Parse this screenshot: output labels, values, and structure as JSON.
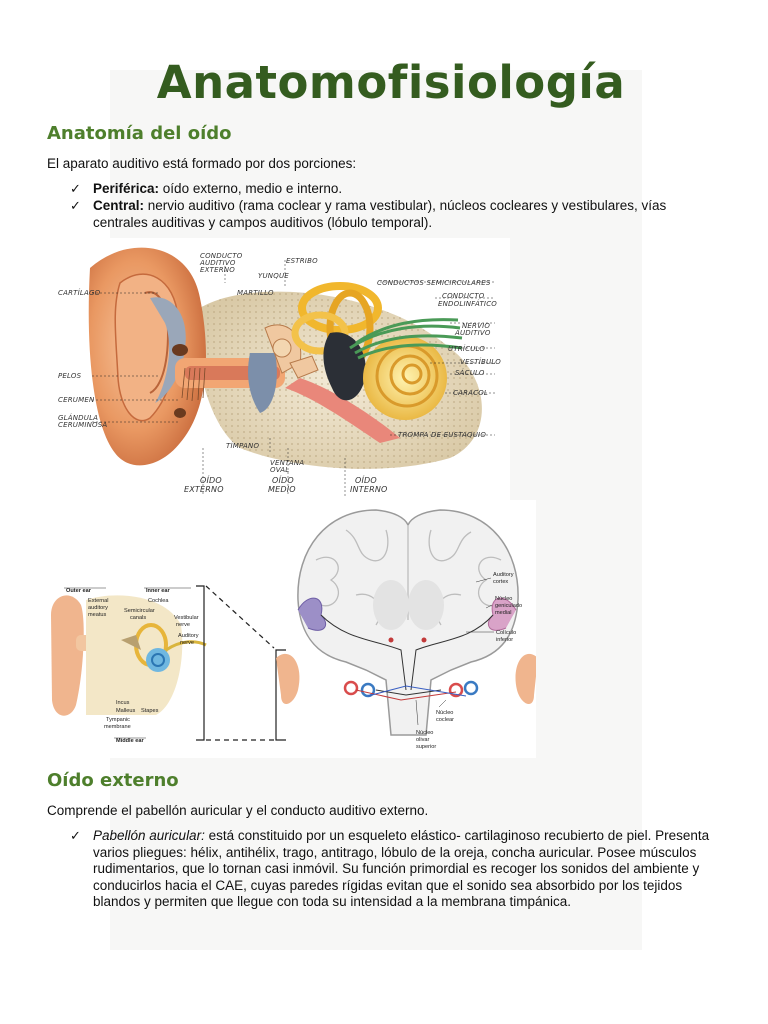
{
  "title": "Anatomofisiología",
  "section1": {
    "heading": "Anatomía del oído",
    "intro": "El aparato auditivo está formado por dos porciones:",
    "items": [
      {
        "bold": "Periférica:",
        "text": " oído externo, medio e interno."
      },
      {
        "bold": "Central:",
        "text": " nervio auditivo (rama coclear y rama vestibular), núcleos cocleares y vestibulares, vías centrales auditivas y campos auditivos (lóbulo temporal)."
      }
    ]
  },
  "figure1": {
    "labels": {
      "conducto": "CONDUCTO",
      "auditivo": "AUDITIVO",
      "externo": "EXTERNO",
      "estribo": "ESTRIBO",
      "yunque": "YUNQUE",
      "martillo": "MARTILLO",
      "cartilago": "CARTÍLAGO",
      "pelos": "PELOS",
      "cerumen": "CERUMEN",
      "glandula": "GLÁNDULA",
      "ceruminosa": "CERUMINOSA",
      "conductos_semi": "CONDUCTOS SEMICIRCULARES",
      "conducto_endo1": "CONDUCTO",
      "conducto_endo2": "ENDOLINFÁTICO",
      "nervio1": "NERVIO",
      "nervio2": "AUDITIVO",
      "utriculo": "UTRÍCULO",
      "vestibulo": "VESTÍBULO",
      "saculo": "SÁCULO",
      "caracol": "CARACOL",
      "trompa": "TROMPA DE EUSTAQUIO",
      "timpano": "TÍMPANO",
      "ventana1": "VENTANA",
      "ventana2": "OVAL",
      "oido_ext1": "OÍDO",
      "oido_ext2": "EXTERNO",
      "oido_med1": "OÍDO",
      "oido_med2": "MEDIO",
      "oido_int1": "OÍDO",
      "oido_int2": "INTERNO"
    }
  },
  "figure2": {
    "labels": {
      "outer_ear": "Outer ear",
      "inner_ear": "Inner ear",
      "external1": "External",
      "external2": "auditory",
      "external3": "meatus",
      "cochlea": "Cochlea",
      "semicircular1": "Semicircular",
      "semicircular2": "canals",
      "vestibular1": "Vestibular",
      "vestibular2": "nerve",
      "auditory_n1": "Auditory",
      "auditory_n2": "nerve",
      "incus": "Incus",
      "malleus": "Malleus",
      "stapes": "Stapes",
      "tympanic1": "Tympanic",
      "tympanic2": "membrane",
      "middle_ear": "Middle ear",
      "auditory_cortex1": "Auditory",
      "auditory_cortex2": "cortex",
      "nucleo_gen1": "Núcleo",
      "nucleo_gen2": "geniculado",
      "nucleo_gen3": "medial",
      "coliculo1": "Colículo",
      "coliculo2": "inferior",
      "nucleo_coc1": "Núcleo",
      "nucleo_coc2": "coclear",
      "nucleo_oliv1": "Núcleo",
      "nucleo_oliv2": "olivar",
      "nucleo_oliv3": "superior"
    }
  },
  "section2": {
    "heading": "Oído externo",
    "intro": "Comprende el pabellón auricular y el conducto auditivo externo.",
    "item": {
      "italic": "Pabellón auricular:",
      "text": " está constituido por un esqueleto elástico- cartilaginoso recubierto de piel. Presenta varios pliegues: hélix, antihélix, trago, antitrago, lóbulo de la oreja, concha auricular. Posee músculos rudimentarios, que lo tornan casi inmóvil.  Su función primordial es recoger los sonidos del ambiente y conducirlos hacia el CAE, cuyas paredes rígidas evitan que el sonido sea absorbido por los tejidos blandos y permiten que llegue con toda su intensidad a la membrana timpánica."
    }
  },
  "colors": {
    "title": "#345c1f",
    "heading": "#4e7f2c"
  },
  "icons": {
    "bullet": "checkmark-icon"
  }
}
